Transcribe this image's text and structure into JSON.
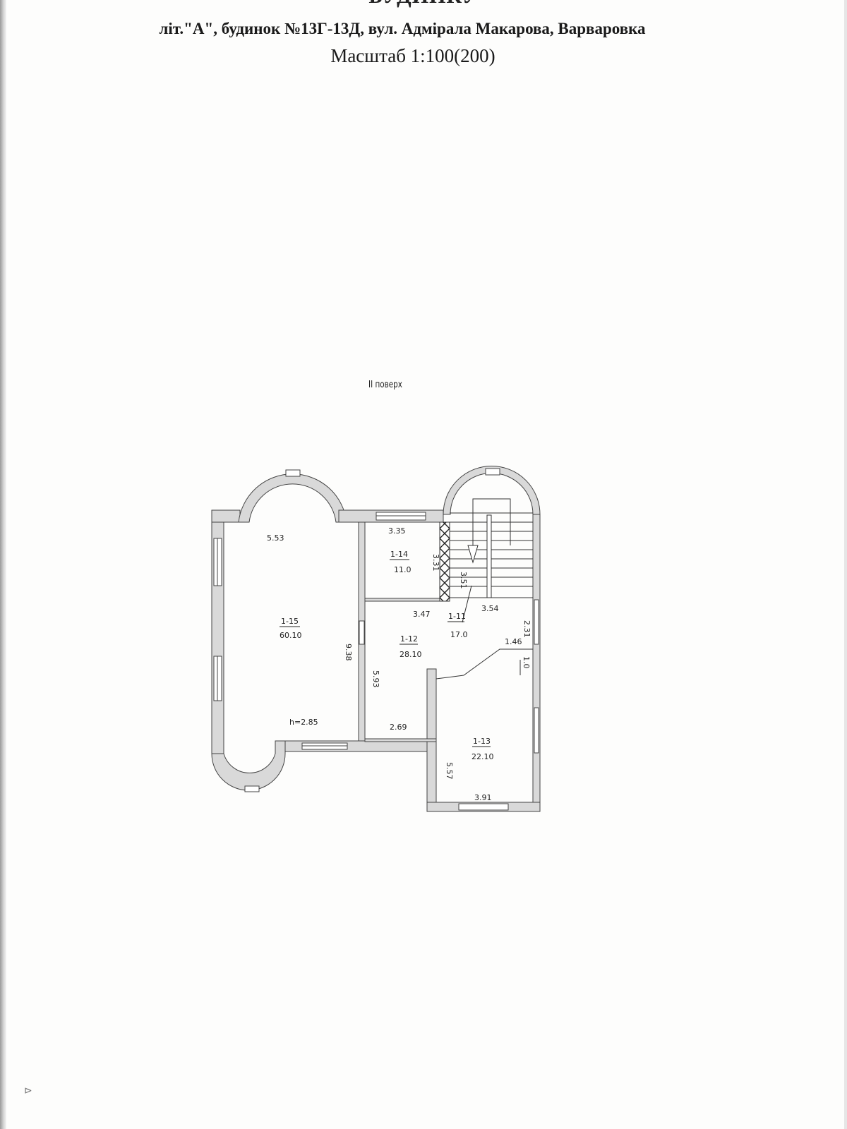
{
  "header": {
    "cut_title": "БУДИНКУ",
    "address": "літ.\"А\", будинок №13Г-13Д, вул. Адмірала Макарова, Варваровка",
    "scale": "Масштаб 1:100(200)"
  },
  "plan": {
    "floor_label": "II поверх",
    "wall_color": "#d9d9d9",
    "line_color": "#333333",
    "rooms": [
      {
        "id": "1-15",
        "area": "60.10",
        "dims": [
          "5.53",
          "9.38"
        ],
        "height": "h=2.85"
      },
      {
        "id": "1-14",
        "area": "11.0",
        "dims": [
          "3.35",
          "3.31"
        ]
      },
      {
        "id": "1-11",
        "area": "17.0",
        "dims": [
          "3.51",
          "3.54",
          "2.31",
          "1.46",
          "1.0"
        ]
      },
      {
        "id": "1-12",
        "area": "28.10",
        "dims": [
          "3.47",
          "5.93",
          "2.69"
        ]
      },
      {
        "id": "1-13",
        "area": "22.10",
        "dims": [
          "5.57",
          "3.91"
        ]
      }
    ]
  },
  "footer_mark": "⊳"
}
